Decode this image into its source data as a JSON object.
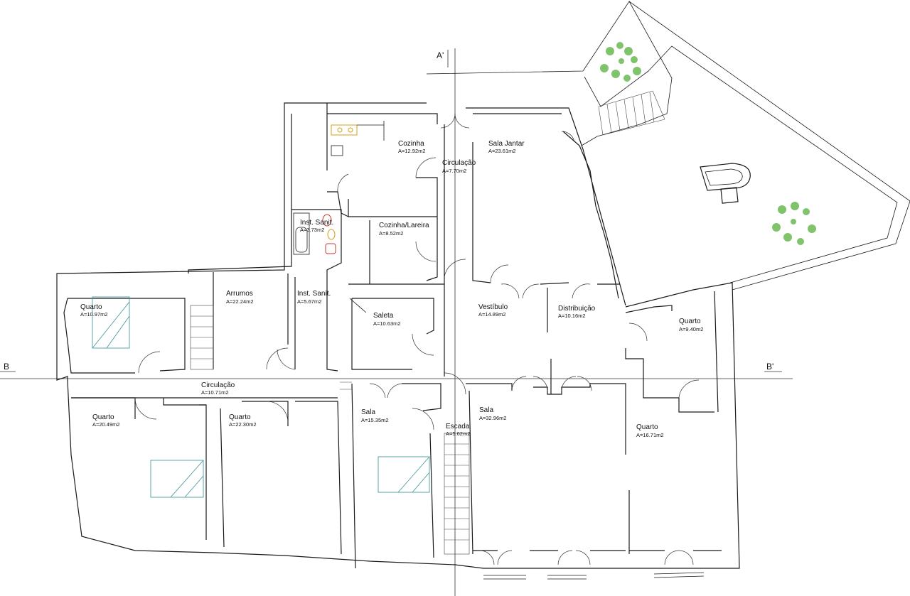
{
  "section_marks": {
    "a_top": "A'",
    "b_left": "B",
    "b_right": "B'"
  },
  "rooms": {
    "cozinha": {
      "name": "Cozinha",
      "area": "A=12.92m2"
    },
    "circulacao_top": {
      "name": "Circulação",
      "area": "A=7.70m2"
    },
    "sala_jantar": {
      "name": "Sala Jantar",
      "area": "A=23.61m2"
    },
    "inst_sanit_1": {
      "name": "Inst. Sanit.",
      "area": "A=3.73m2"
    },
    "cozinha_lareira": {
      "name": "Cozinha/Lareira",
      "area": "A=8.52m2"
    },
    "quarto_1": {
      "name": "Quarto",
      "area": "A=10.97m2"
    },
    "arrumos": {
      "name": "Arrumos",
      "area": "A=22.24m2"
    },
    "inst_sanit_2": {
      "name": "Inst. Sanit.",
      "area": "A=5.67m2"
    },
    "saleta": {
      "name": "Saleta",
      "area": "A=10.63m2"
    },
    "vestibulo": {
      "name": "Vestíbulo",
      "area": "A=14.89m2"
    },
    "distribuicao": {
      "name": "Distribuição",
      "area": "A=10.16m2"
    },
    "quarto_2": {
      "name": "Quarto",
      "area": "A=9.40m2"
    },
    "circulacao_main": {
      "name": "Circulação",
      "area": "A=10.71m2"
    },
    "quarto_3": {
      "name": "Quarto",
      "area": "A=20.49m2"
    },
    "quarto_4": {
      "name": "Quarto",
      "area": "A=22.30m2"
    },
    "sala_1": {
      "name": "Sala",
      "area": "A=15.35m2"
    },
    "escada": {
      "name": "Escada",
      "area": "A=5.62m2"
    },
    "sala_2": {
      "name": "Sala",
      "area": "A=32.96m2"
    },
    "quarto_5": {
      "name": "Quarto",
      "area": "A=16.71m2"
    }
  }
}
